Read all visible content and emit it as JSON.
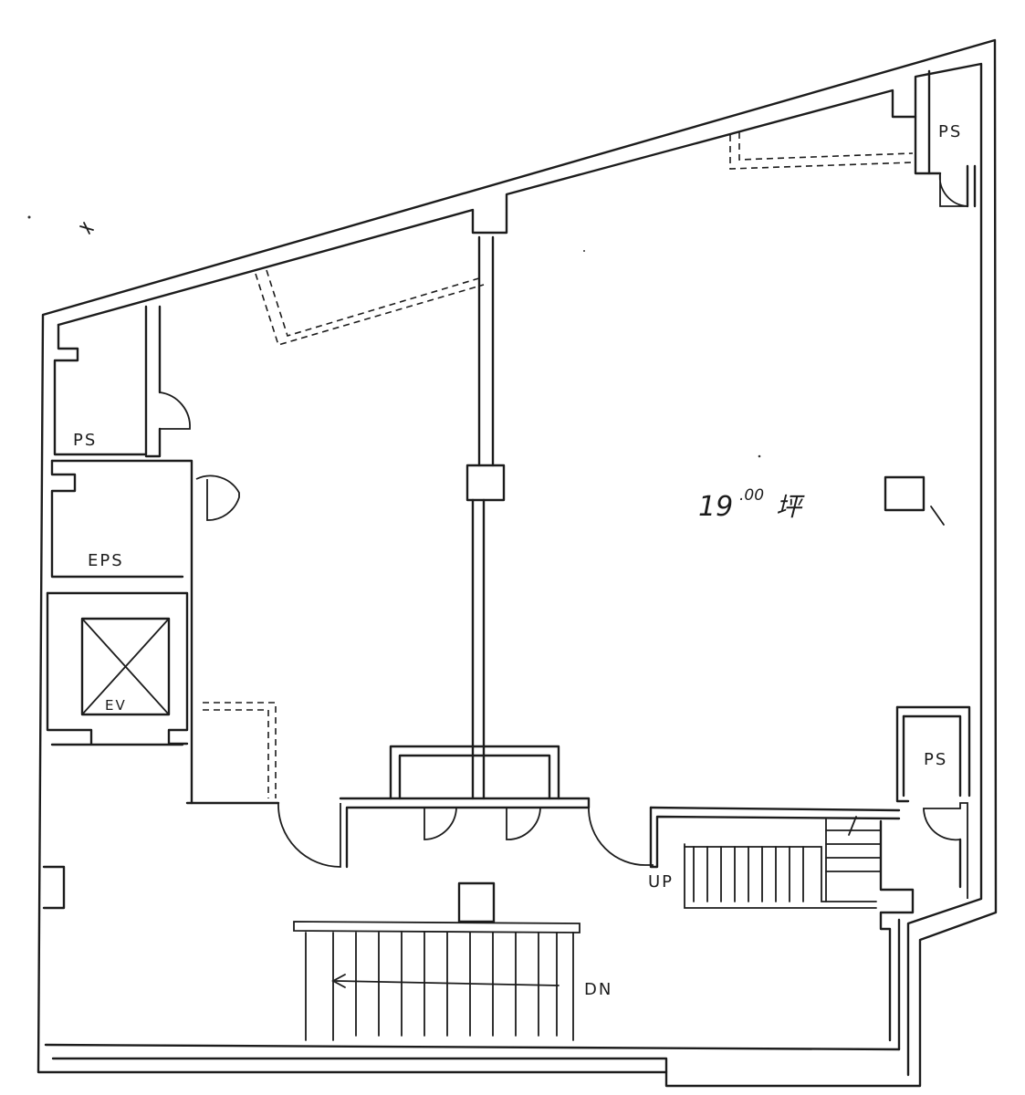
{
  "labels": {
    "ps_top_right": "PS",
    "ps_left": "PS",
    "eps": "EPS",
    "ev": "EV",
    "ps_right": "PS",
    "up": "UP",
    "dn": "DN"
  },
  "area": {
    "value": "19",
    "decimal": ".00",
    "unit": "坪"
  }
}
